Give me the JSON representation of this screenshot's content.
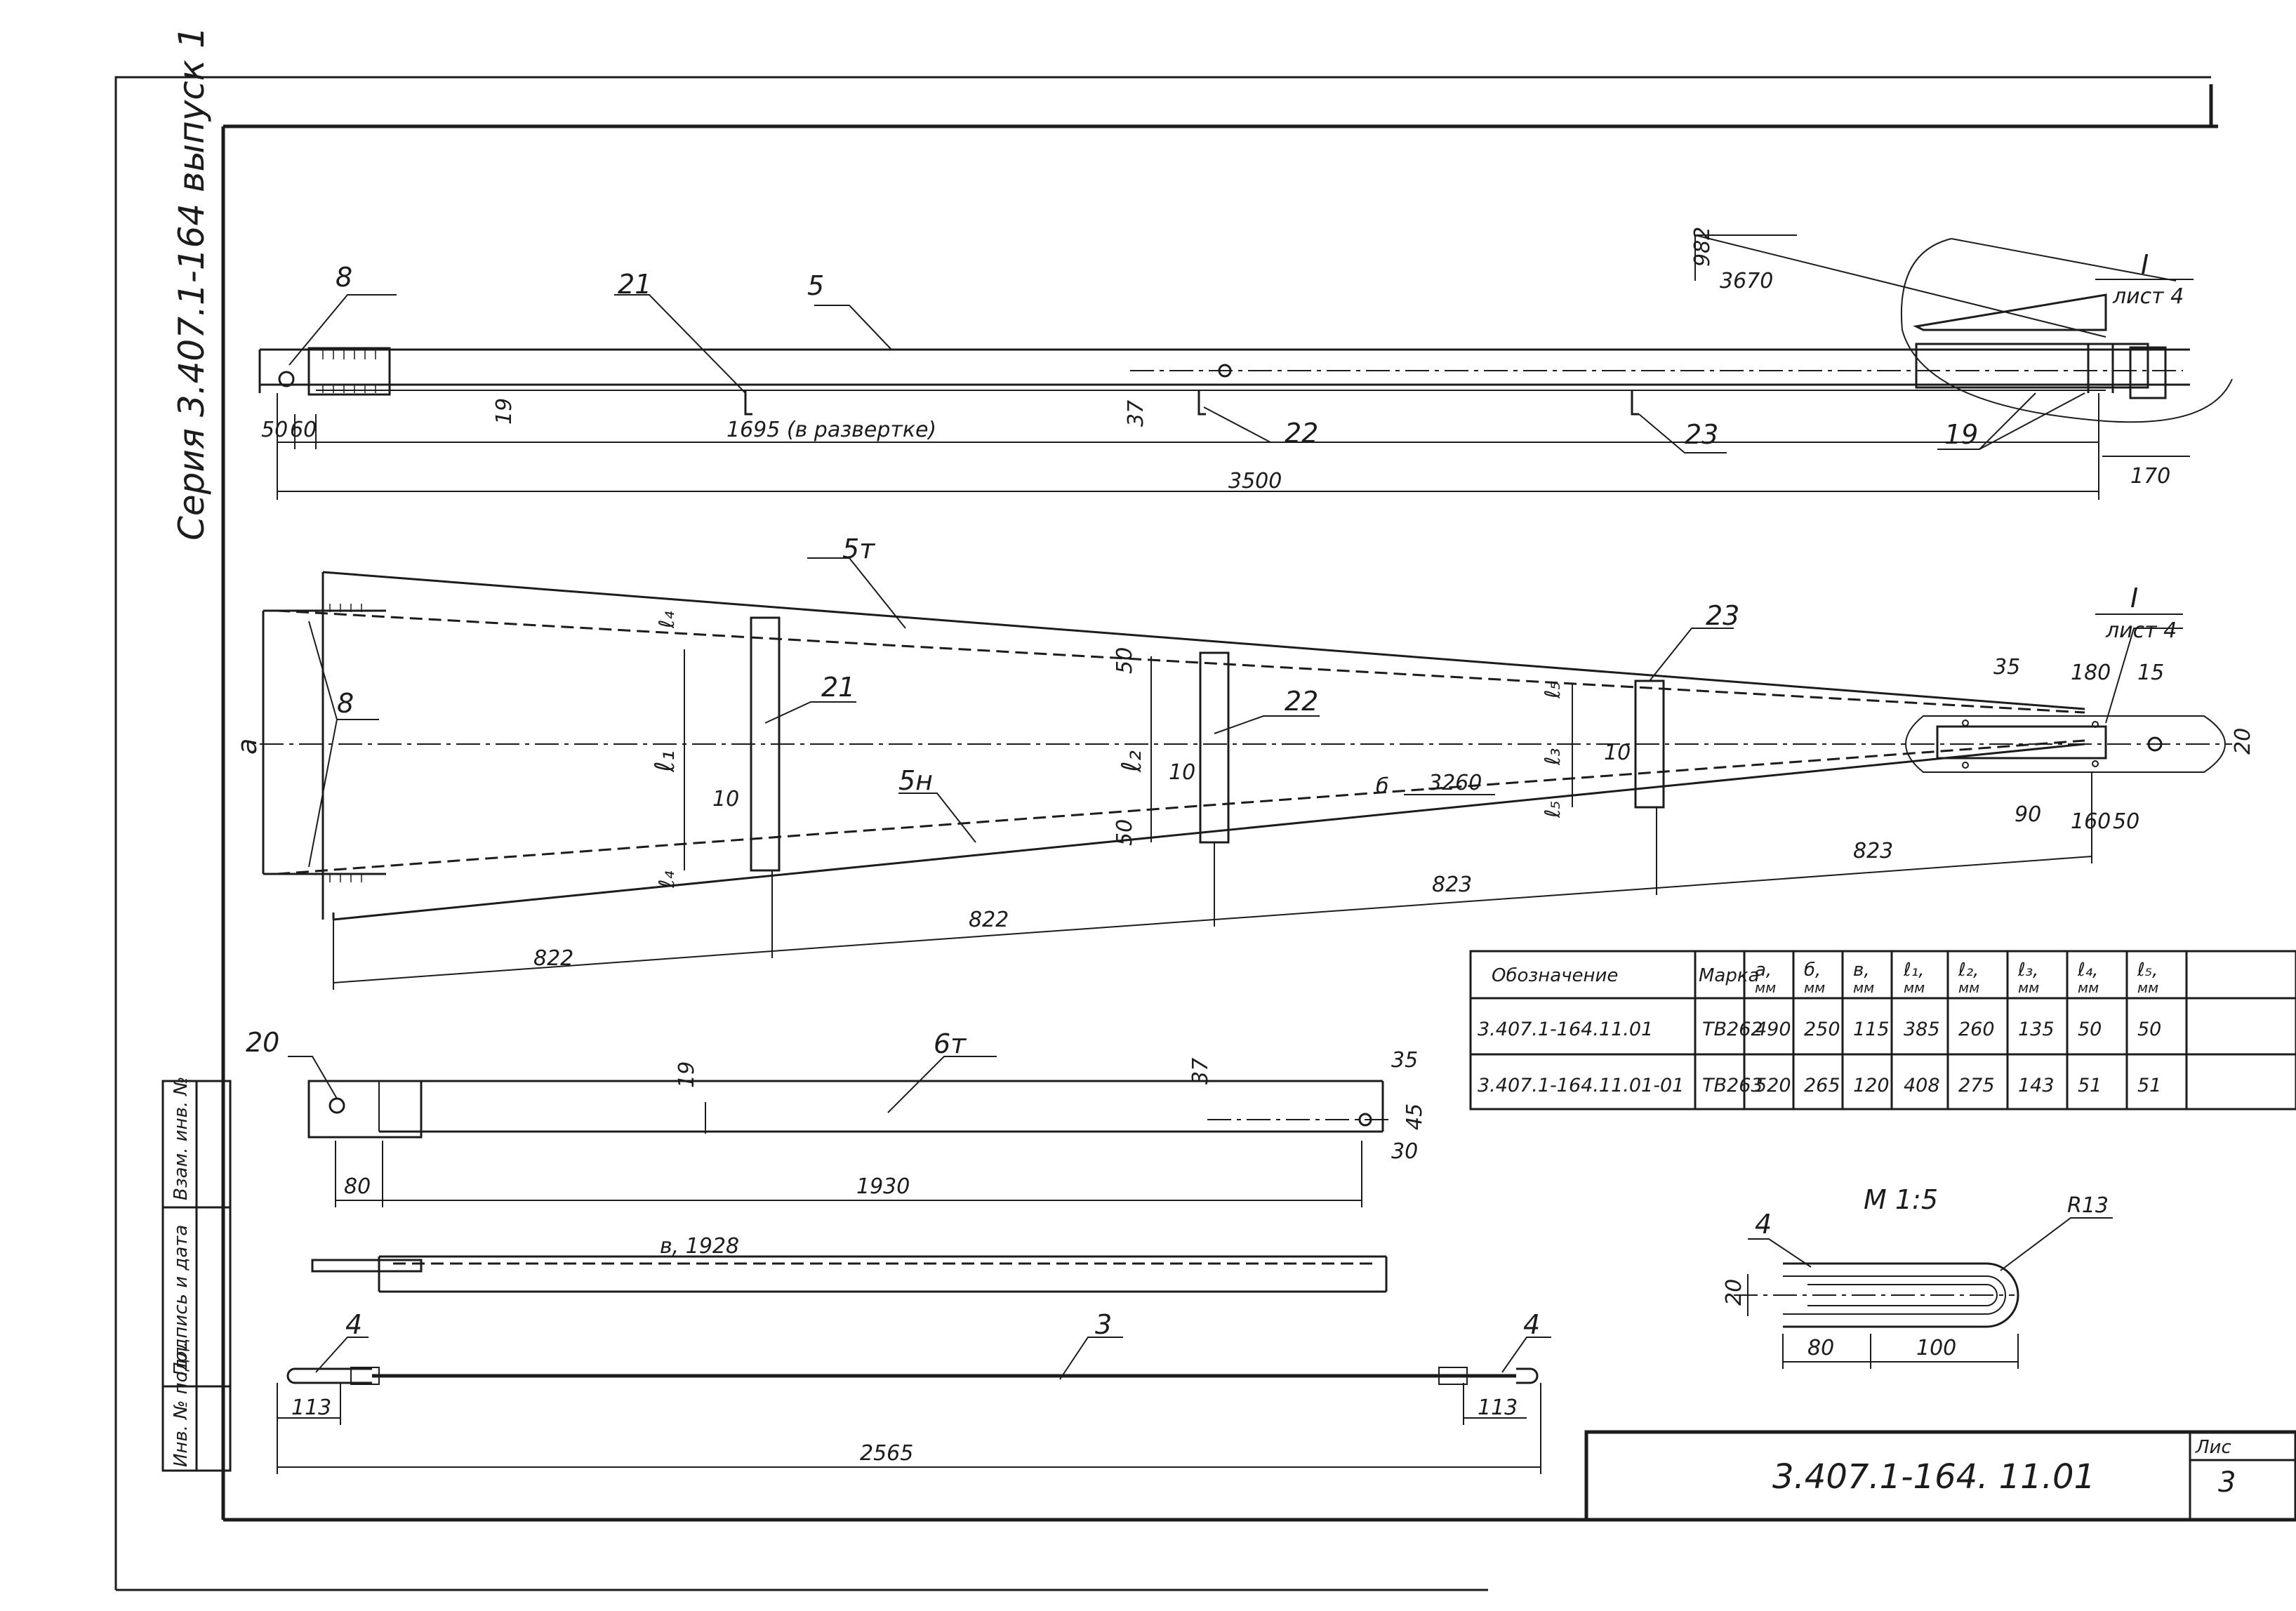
{
  "colors": {
    "ink": "#1c1c1c",
    "paper": "#ffffff"
  },
  "side_title": "Серия 3.407.1-164 выпуск 1",
  "side_stamp": {
    "inv_podl": "Инв. № подл.",
    "podpis": "Подпись и дата",
    "vzam": "Взам. инв. №"
  },
  "view_top": {
    "marks": [
      "8",
      "21",
      "5",
      "22",
      "23",
      "19"
    ],
    "callout_I": "I",
    "callout_sheet": "лист 4",
    "dims": {
      "d50a": "50",
      "d60": "60",
      "d19": "19",
      "d37": "37",
      "d1695": "1695 (в развертке)",
      "d3500": "3500",
      "d170": "170",
      "d982": "982",
      "d3670": "3670"
    }
  },
  "view_plan": {
    "marks": [
      "5т",
      "8",
      "21",
      "22",
      "23",
      "5н"
    ],
    "callout_I": "I",
    "callout_sheet": "лист 4",
    "labels": {
      "a": "а",
      "l1": "ℓ₁",
      "l2": "ℓ₂",
      "l3": "ℓ₃",
      "l4a": "ℓ₄",
      "l4b": "ℓ₄",
      "l5a": "ℓ₅",
      "l5b": "ℓ₅",
      "b": "б",
      "d3260": "3260"
    },
    "dims": {
      "d10a": "10",
      "d10b": "10",
      "d10c": "10",
      "d50a": "50",
      "d50b": "50",
      "d35": "35",
      "d180": "180",
      "d15": "15",
      "d20": "20",
      "d90": "90",
      "d160": "160",
      "d50c": "50",
      "d822a": "822",
      "d822b": "822",
      "d823a": "823",
      "d823b": "823"
    }
  },
  "table": {
    "headers": [
      {
        "main": "Обозначение",
        "unit": ""
      },
      {
        "main": "Марка",
        "unit": ""
      },
      {
        "main": "а,",
        "unit": "мм"
      },
      {
        "main": "б,",
        "unit": "мм"
      },
      {
        "main": "в,",
        "unit": "мм"
      },
      {
        "main": "ℓ₁,",
        "unit": "мм"
      },
      {
        "main": "ℓ₂,",
        "unit": "мм"
      },
      {
        "main": "ℓ₃,",
        "unit": "мм"
      },
      {
        "main": "ℓ₄,",
        "unit": "мм"
      },
      {
        "main": "ℓ₅,",
        "unit": "мм"
      }
    ],
    "rows": [
      [
        "3.407.1-164.11.01",
        "ТВ262",
        "490",
        "250",
        "115",
        "385",
        "260",
        "135",
        "50",
        "50"
      ],
      [
        "3.407.1-164.11.01-01",
        "ТВ263",
        "520",
        "265",
        "120",
        "408",
        "275",
        "143",
        "51",
        "51"
      ]
    ]
  },
  "view_6t": {
    "marks": [
      "20",
      "6т"
    ],
    "dims": {
      "d19": "19",
      "d37": "37",
      "d35": "35",
      "d45": "45",
      "d30": "30",
      "d80": "80",
      "d1930": "1930"
    }
  },
  "view_unfold": {
    "label": "в, 1928"
  },
  "view_3": {
    "marks": [
      "4",
      "3",
      "4"
    ],
    "dims": {
      "d113a": "113",
      "d113b": "113",
      "d2565": "2565"
    }
  },
  "detail": {
    "scale": "М 1:5",
    "mark": "4",
    "radius": "R13",
    "dims": {
      "d20": "20",
      "d80": "80",
      "d100": "100"
    }
  },
  "title_block": {
    "code": "3.407.1-164. 11.01",
    "sheet_label": "Лис",
    "sheet_num": "3"
  }
}
